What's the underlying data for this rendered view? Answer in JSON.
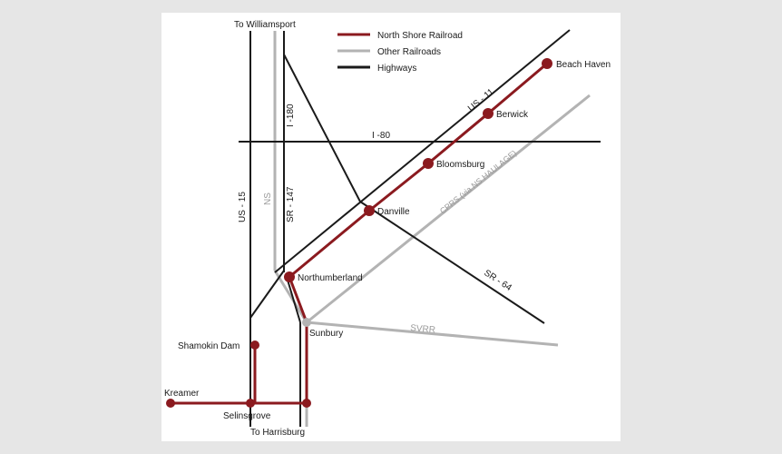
{
  "colors": {
    "north_shore_railroad": "#8b1a1f",
    "other_railroads": "#b3b3b3",
    "highways": "#1a1a1a",
    "background": "#e6e6e6",
    "panel": "#ffffff"
  },
  "legend": {
    "north_shore": "North Shore Railroad",
    "other": "Other Railroads",
    "highways": "Highways"
  },
  "edge_labels": {
    "to_williamsport": "To Williamsport",
    "to_harrisburg": "To Harrisburg"
  },
  "highways": {
    "us11": "US - 11",
    "i180": "I -180",
    "i80": "I -80",
    "us15": "US - 15",
    "sr147": "SR - 147",
    "sr64": "SR - 64"
  },
  "railroads": {
    "ns": "NS",
    "cprs": "CPRS (via NS HAULAGE)",
    "svrr": "SVRR"
  },
  "stations": {
    "beach_haven": "Beach Haven",
    "berwick": "Berwick",
    "bloomsburg": "Bloomsburg",
    "danville": "Danville",
    "northumberland": "Northumberland",
    "sunbury": "Sunbury",
    "shamokin_dam": "Shamokin Dam",
    "kreamer": "Kreamer",
    "selinsgrove": "Selinsgrove"
  }
}
